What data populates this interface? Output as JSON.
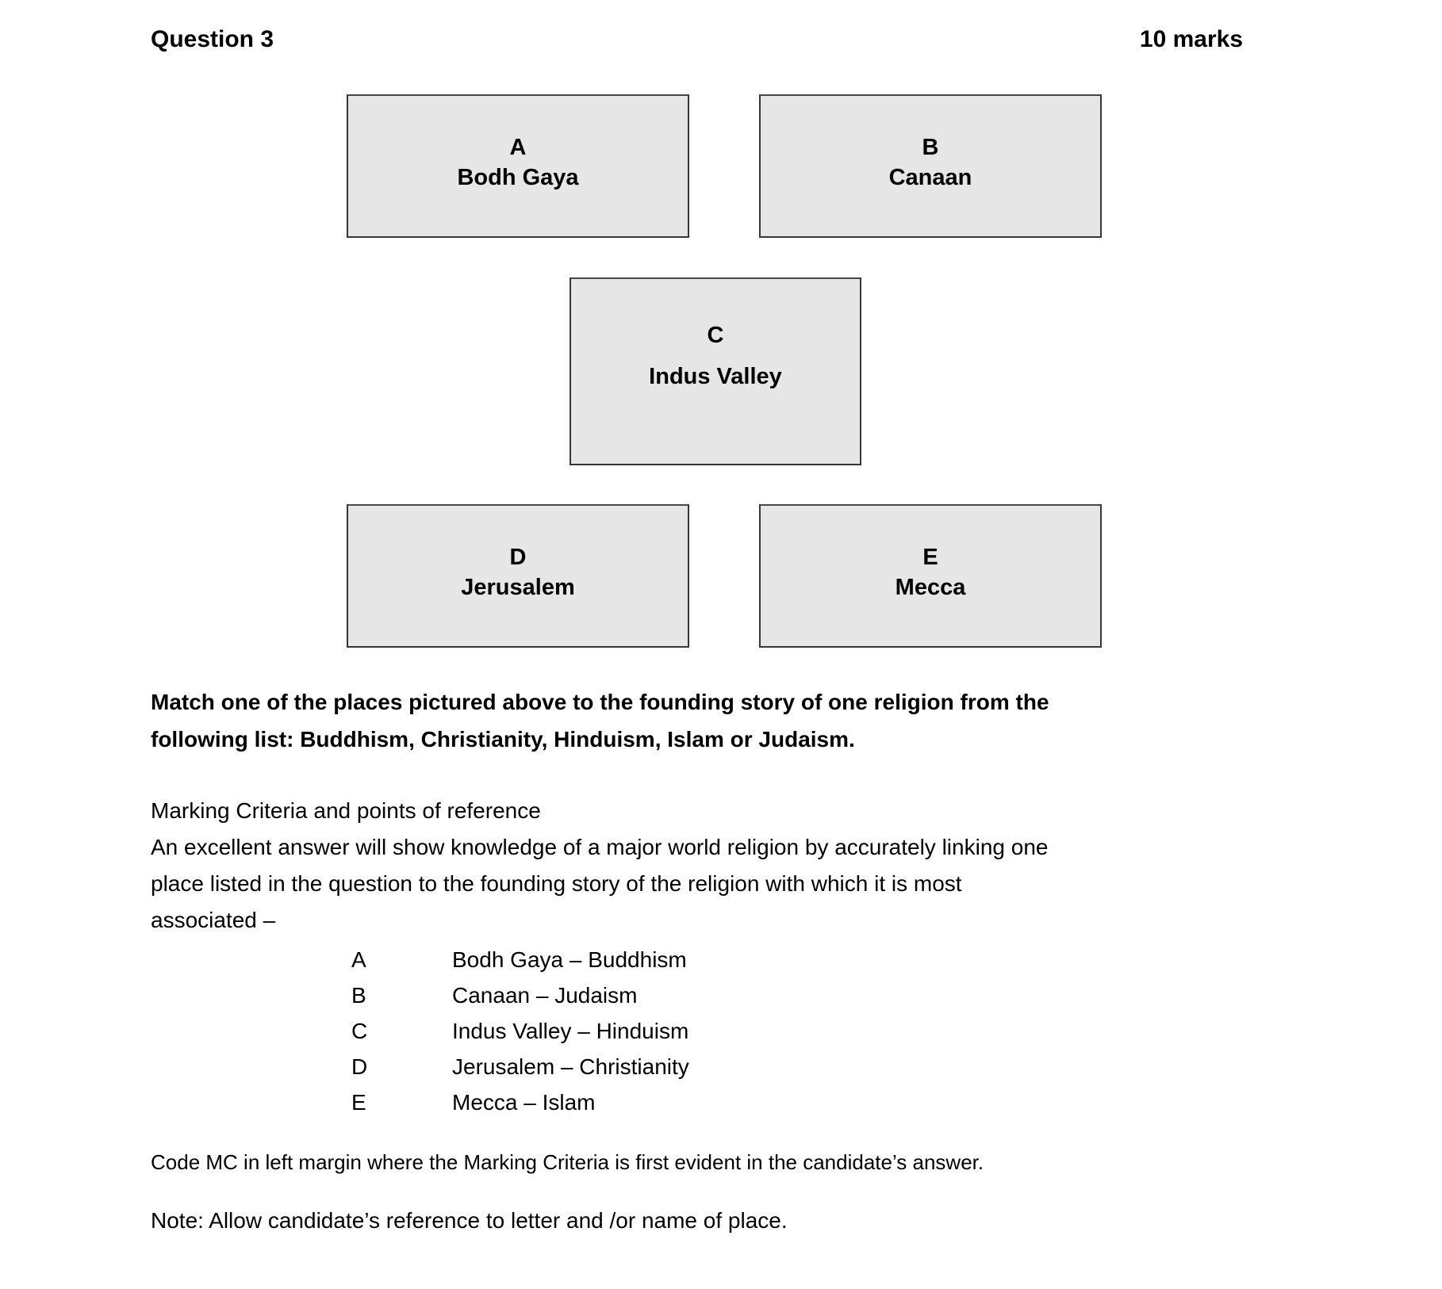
{
  "header": {
    "question": "Question 3",
    "marks": "10 marks"
  },
  "boxes": [
    {
      "letter": "A",
      "place": "Bodh Gaya"
    },
    {
      "letter": "B",
      "place": "Canaan"
    },
    {
      "letter": "C",
      "place": "Indus Valley"
    },
    {
      "letter": "D",
      "place": "Jerusalem"
    },
    {
      "letter": "E",
      "place": "Mecca"
    }
  ],
  "instruction": {
    "lines": [
      "Match one of the places pictured above to the founding story of one religion from the",
      "following list: Buddhism, Christianity, Hinduism, Islam or Judaism."
    ]
  },
  "criteria": {
    "heading": "Marking Criteria and points of reference",
    "lines": [
      "An excellent answer will show knowledge of a major world religion by accurately linking one",
      "place listed in the question to the founding story of the religion with which it is most",
      "associated –"
    ]
  },
  "answers": [
    {
      "letter": "A",
      "match": "Bodh Gaya – Buddhism"
    },
    {
      "letter": "B",
      "match": "Canaan – Judaism"
    },
    {
      "letter": "C",
      "match": "Indus Valley – Hinduism"
    },
    {
      "letter": "D",
      "match": "Jerusalem – Christianity"
    },
    {
      "letter": "E",
      "match": "Mecca – Islam"
    }
  ],
  "code_note": "Code MC in left margin where the Marking Criteria is first evident in the candidate’s answer.",
  "allow_note": "Note: Allow candidate’s reference to letter and /or name of place.",
  "colors": {
    "page_bg": "#ffffff",
    "box_fill": "#e6e6e6",
    "box_border": "#363636",
    "text": "#000000"
  }
}
